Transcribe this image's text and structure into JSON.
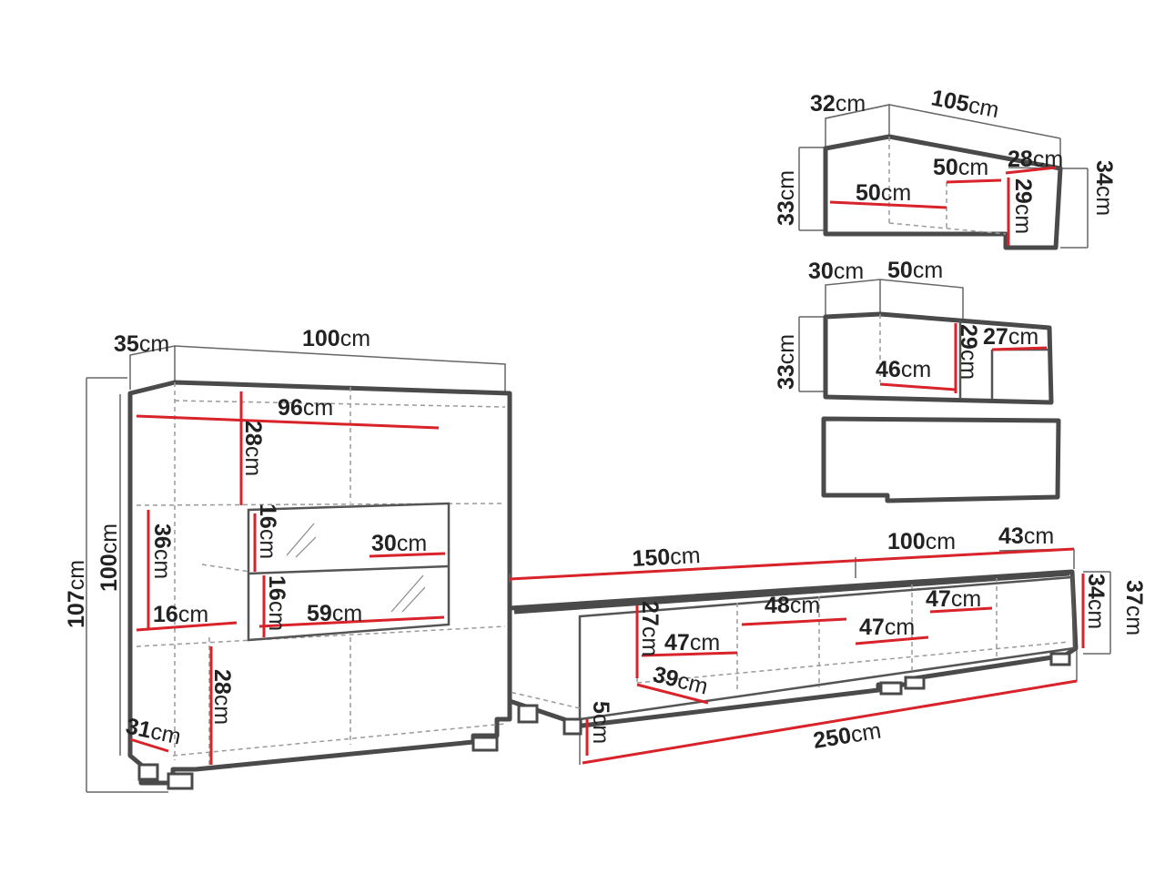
{
  "colors": {
    "outline": "#4a4a4a",
    "dimension_line": "#d8232a",
    "extension_line": "#666666",
    "text": "#222222",
    "background": "#ffffff"
  },
  "unit": "cm",
  "dimensions": {
    "shelf_top_depth": "32",
    "shelf_top_width": "105",
    "shelf_top_inner_depth": "28",
    "shelf_top_right_height": "34",
    "shelf_top_left_height": "33",
    "shelf_top_inner_50a": "50",
    "shelf_top_inner_50b": "50",
    "shelf_top_inner_29": "29",
    "shelf_mid_depth": "30",
    "shelf_mid_width": "50",
    "shelf_mid_height": "33",
    "shelf_mid_inner_29": "29",
    "shelf_mid_inner_27": "27",
    "shelf_mid_inner_46": "46",
    "cab_depth": "35",
    "cab_width": "100",
    "cab_inner_96": "96",
    "cab_inner_28_top": "28",
    "cab_total_height": "107",
    "cab_body_height": "100",
    "cab_inner_36": "36",
    "cab_inner_16_left": "16",
    "cab_glass_16_a": "16",
    "cab_glass_16_b": "16",
    "cab_glass_30": "30",
    "cab_glass_59": "59",
    "cab_inner_28_bottom": "28",
    "cab_inner_31": "31",
    "tv_width_150": "150",
    "tv_width_100": "100",
    "tv_depth": "43",
    "tv_height_34": "34",
    "tv_height_37": "37",
    "tv_inner_48": "48",
    "tv_inner_47_right": "47",
    "tv_inner_47_mid": "47",
    "tv_inner_47_left": "47",
    "tv_inner_27": "27",
    "tv_inner_39": "39",
    "tv_feet_5": "5",
    "tv_total_width": "250"
  }
}
